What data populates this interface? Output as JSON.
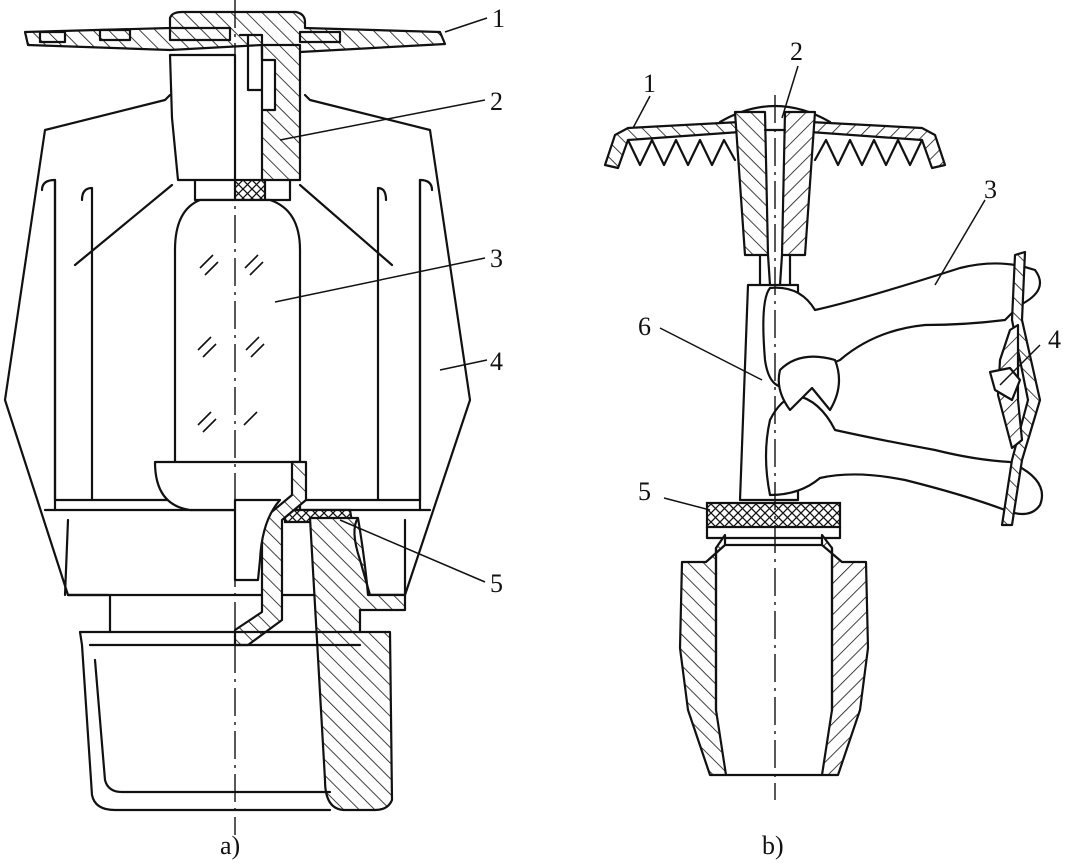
{
  "figure": {
    "panel_a": {
      "caption": "a)",
      "callouts": [
        "1",
        "2",
        "3",
        "4",
        "5"
      ]
    },
    "panel_b": {
      "caption": "b)",
      "callouts": [
        "1",
        "2",
        "3",
        "4",
        "5",
        "6"
      ]
    },
    "colors": {
      "ink": "#111111",
      "paper": "#ffffff"
    }
  }
}
